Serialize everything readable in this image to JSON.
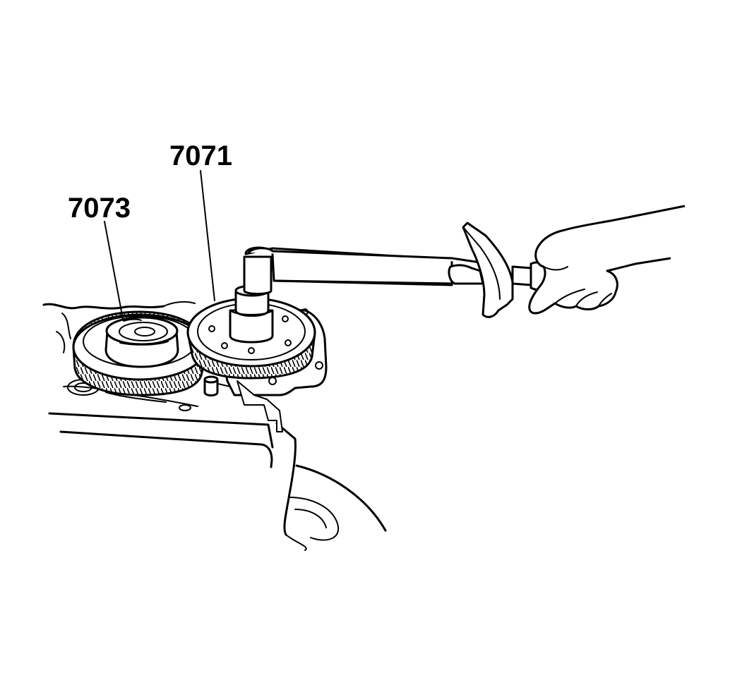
{
  "callouts": [
    {
      "id": "gear-left",
      "text": "7073"
    },
    {
      "id": "gear-right",
      "text": "7071"
    }
  ],
  "colors": {
    "line": "#000000",
    "background": "#ffffff"
  }
}
